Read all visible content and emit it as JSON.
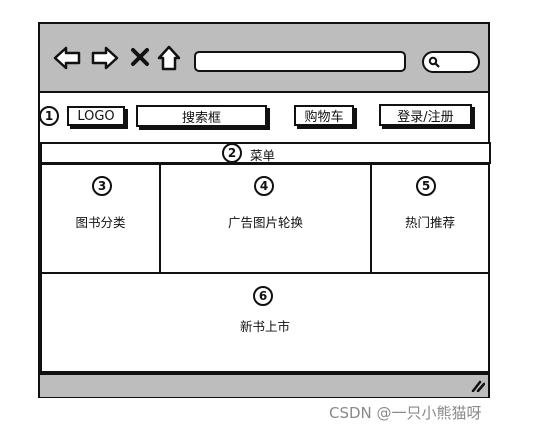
{
  "toolbar": {
    "back_icon": "back-arrow-icon",
    "forward_icon": "forward-arrow-icon",
    "close_icon": "close-x-icon",
    "home_icon": "home-icon",
    "search_icon": "search-icon"
  },
  "header": {
    "marker": "1",
    "logo_label": "LOGO",
    "search_label": "搜索框",
    "cart_label": "购物车",
    "login_label": "登录/注册"
  },
  "menu": {
    "marker": "2",
    "label": "菜单"
  },
  "sections": {
    "categories": {
      "marker": "3",
      "label": "图书分类"
    },
    "carousel": {
      "marker": "4",
      "label": "广告图片轮换"
    },
    "recommend": {
      "marker": "5",
      "label": "热门推荐"
    },
    "new_books": {
      "marker": "6",
      "label": "新书上市"
    }
  },
  "watermark": "CSDN @一只小熊猫呀"
}
